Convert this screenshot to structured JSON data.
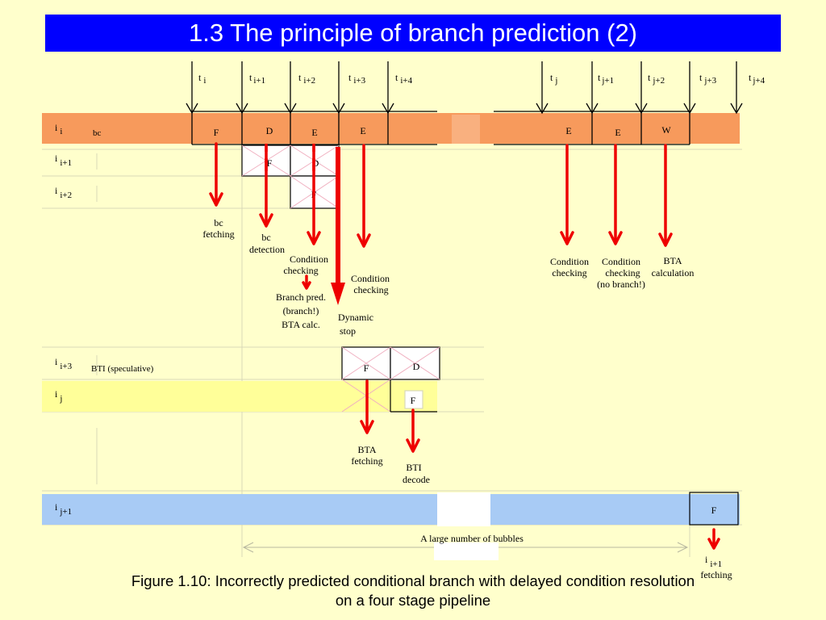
{
  "title": "1.3 The principle of branch prediction (2)",
  "caption_line1": "Figure 1.10: Incorrectly predicted conditional branch with delayed condition resolution",
  "caption_line2": "on a four stage pipeline",
  "colors": {
    "title_bg": "#0000ff",
    "background": "#ffffcc",
    "branch_row": "#f79a5c",
    "target_row": "#ffff99",
    "next_row": "#a8cbf5",
    "arrow_red": "#ee0000"
  },
  "time_labels": {
    "ti": {
      "base": "t",
      "sub": "i"
    },
    "ti1": {
      "base": "t",
      "sub": "i+1"
    },
    "ti2": {
      "base": "t",
      "sub": "i+2"
    },
    "ti3": {
      "base": "t",
      "sub": "i+3"
    },
    "ti4": {
      "base": "t",
      "sub": "i+4"
    },
    "tj": {
      "base": "t",
      "sub": "j"
    },
    "tj1": {
      "base": "t",
      "sub": "j+1"
    },
    "tj2": {
      "base": "t",
      "sub": "j+2"
    },
    "tj3": {
      "base": "t",
      "sub": "j+3"
    },
    "tj4": {
      "base": "t",
      "sub": "j+4"
    }
  },
  "rows": {
    "ii": {
      "base": "i",
      "sub": "i",
      "note": "bc"
    },
    "ii1": {
      "base": "i",
      "sub": "i+1"
    },
    "ii2": {
      "base": "i",
      "sub": "i+2"
    },
    "ii3": {
      "base": "i",
      "sub": "i+3",
      "note": "BTI (speculative)"
    },
    "ij": {
      "base": "i",
      "sub": "j"
    },
    "ij1": {
      "base": "i",
      "sub": "j+1"
    }
  },
  "stages": {
    "ii_1": "F",
    "ii_2": "D",
    "ii_3": "E",
    "ii_4": "E",
    "ii_5": "E",
    "ii_6": "E",
    "ii_7": "W",
    "ii1_1": "F",
    "ii1_2": "D",
    "ii2_1": "F",
    "ii3_1": "F",
    "ii3_2": "D",
    "ij_1": "F",
    "ij1_1": "F"
  },
  "annotations": {
    "bc_fetching": [
      "bc",
      "fetching"
    ],
    "bc_detection": [
      "bc",
      "detection"
    ],
    "cond_check_1": [
      "Condition",
      "checking"
    ],
    "branch_pred": [
      "Branch pred.",
      "(branch!)",
      "BTA calc."
    ],
    "cond_check_2": [
      "Condition",
      "checking"
    ],
    "dynamic_stop": [
      "Dynamic",
      "stop"
    ],
    "cond_check_3": [
      "Condition",
      "checking"
    ],
    "cond_check_4": [
      "Condition",
      "checking",
      "(no branch!)"
    ],
    "bta_calc": [
      "BTA",
      "calculation"
    ],
    "bta_fetching": [
      "BTA",
      "fetching"
    ],
    "bti_decode": [
      "BTI",
      "decode"
    ],
    "bubbles": "A large number of bubbles",
    "next_fetch": {
      "base": "i",
      "sub": "i+1",
      "line2": "fetching"
    }
  }
}
